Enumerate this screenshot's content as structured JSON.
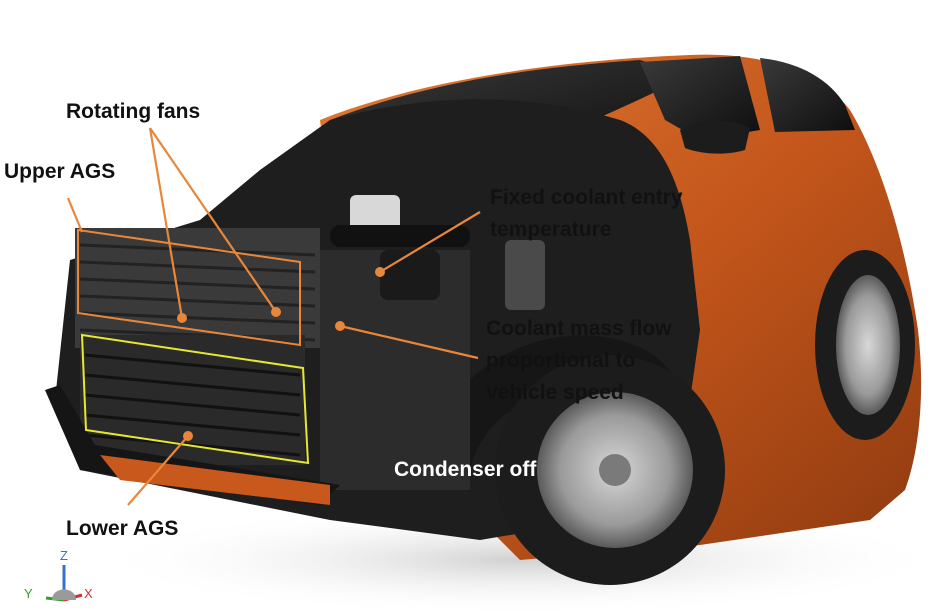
{
  "callouts": {
    "rotating_fans": "Rotating fans",
    "upper_ags": "Upper AGS",
    "fixed_coolant_line1": "Fixed coolant entry",
    "fixed_coolant_line2": "temperature",
    "coolant_flow_line1": "Coolant mass flow",
    "coolant_flow_line2": "proportional to",
    "coolant_flow_line3": "vehicle speed",
    "condenser_off": "Condenser off",
    "lower_ags": "Lower AGS"
  },
  "axis_triad": {
    "z": "Z",
    "y": "Y",
    "x": "X"
  },
  "colors": {
    "body_orange": "#c8581c",
    "callout_line": "#e8873a",
    "upper_ags_box": "#e8873a",
    "lower_ags_box": "#e6e830",
    "tire": "#1c1c1c",
    "dark_parts": "#262626"
  }
}
